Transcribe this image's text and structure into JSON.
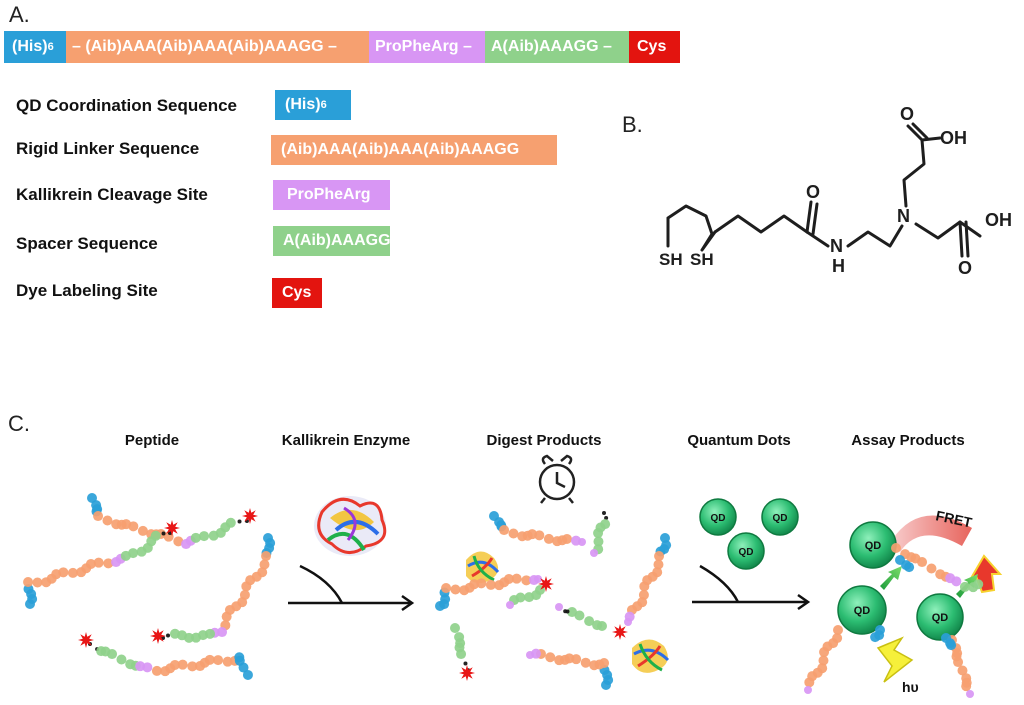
{
  "panels": {
    "a": "A.",
    "b": "B.",
    "c": "C."
  },
  "colors": {
    "his": "#2a9fd8",
    "linker": "#f6a070",
    "cleavage": "#d896f4",
    "spacer": "#8fd18b",
    "cys": "#e3140f",
    "qd": "#37c07c",
    "dye": "#e81616"
  },
  "sequence_bar": {
    "his_main": "(His)",
    "his_sub": "6",
    "sep": "–",
    "linker": "(Aib)AAA(Aib)AAA(Aib)AAAGG",
    "cleavage": "ProPheArg",
    "spacer": "A(Aib)AAAGG",
    "cys": "Cys"
  },
  "legend": [
    {
      "label": "QD Coordination Sequence",
      "value": "(His)",
      "sub": "6"
    },
    {
      "label": "Rigid Linker Sequence",
      "value": "(Aib)AAA(Aib)AAA(Aib)AAAGG"
    },
    {
      "label": "Kallikrein Cleavage Site",
      "value": "ProPheArg"
    },
    {
      "label": "Spacer Sequence",
      "value": "A(Aib)AAAGG"
    },
    {
      "label": "Dye Labeling Site",
      "value": "Cys"
    }
  ],
  "structure": {
    "atoms": {
      "o1": "O",
      "oh1": "OH",
      "o2": "O",
      "oh2": "OH",
      "o3": "O",
      "n_amide": "N",
      "h_amide": "H",
      "n_amine": "N",
      "sh1": "SH",
      "sh2": "SH"
    }
  },
  "assay": {
    "stages": [
      "Peptide",
      "Kallikrein Enzyme",
      "Digest Products",
      "Quantum Dots",
      "Assay Products"
    ],
    "qd_label": "QD",
    "fret_label": "FRET",
    "hv_label": "hυ"
  }
}
